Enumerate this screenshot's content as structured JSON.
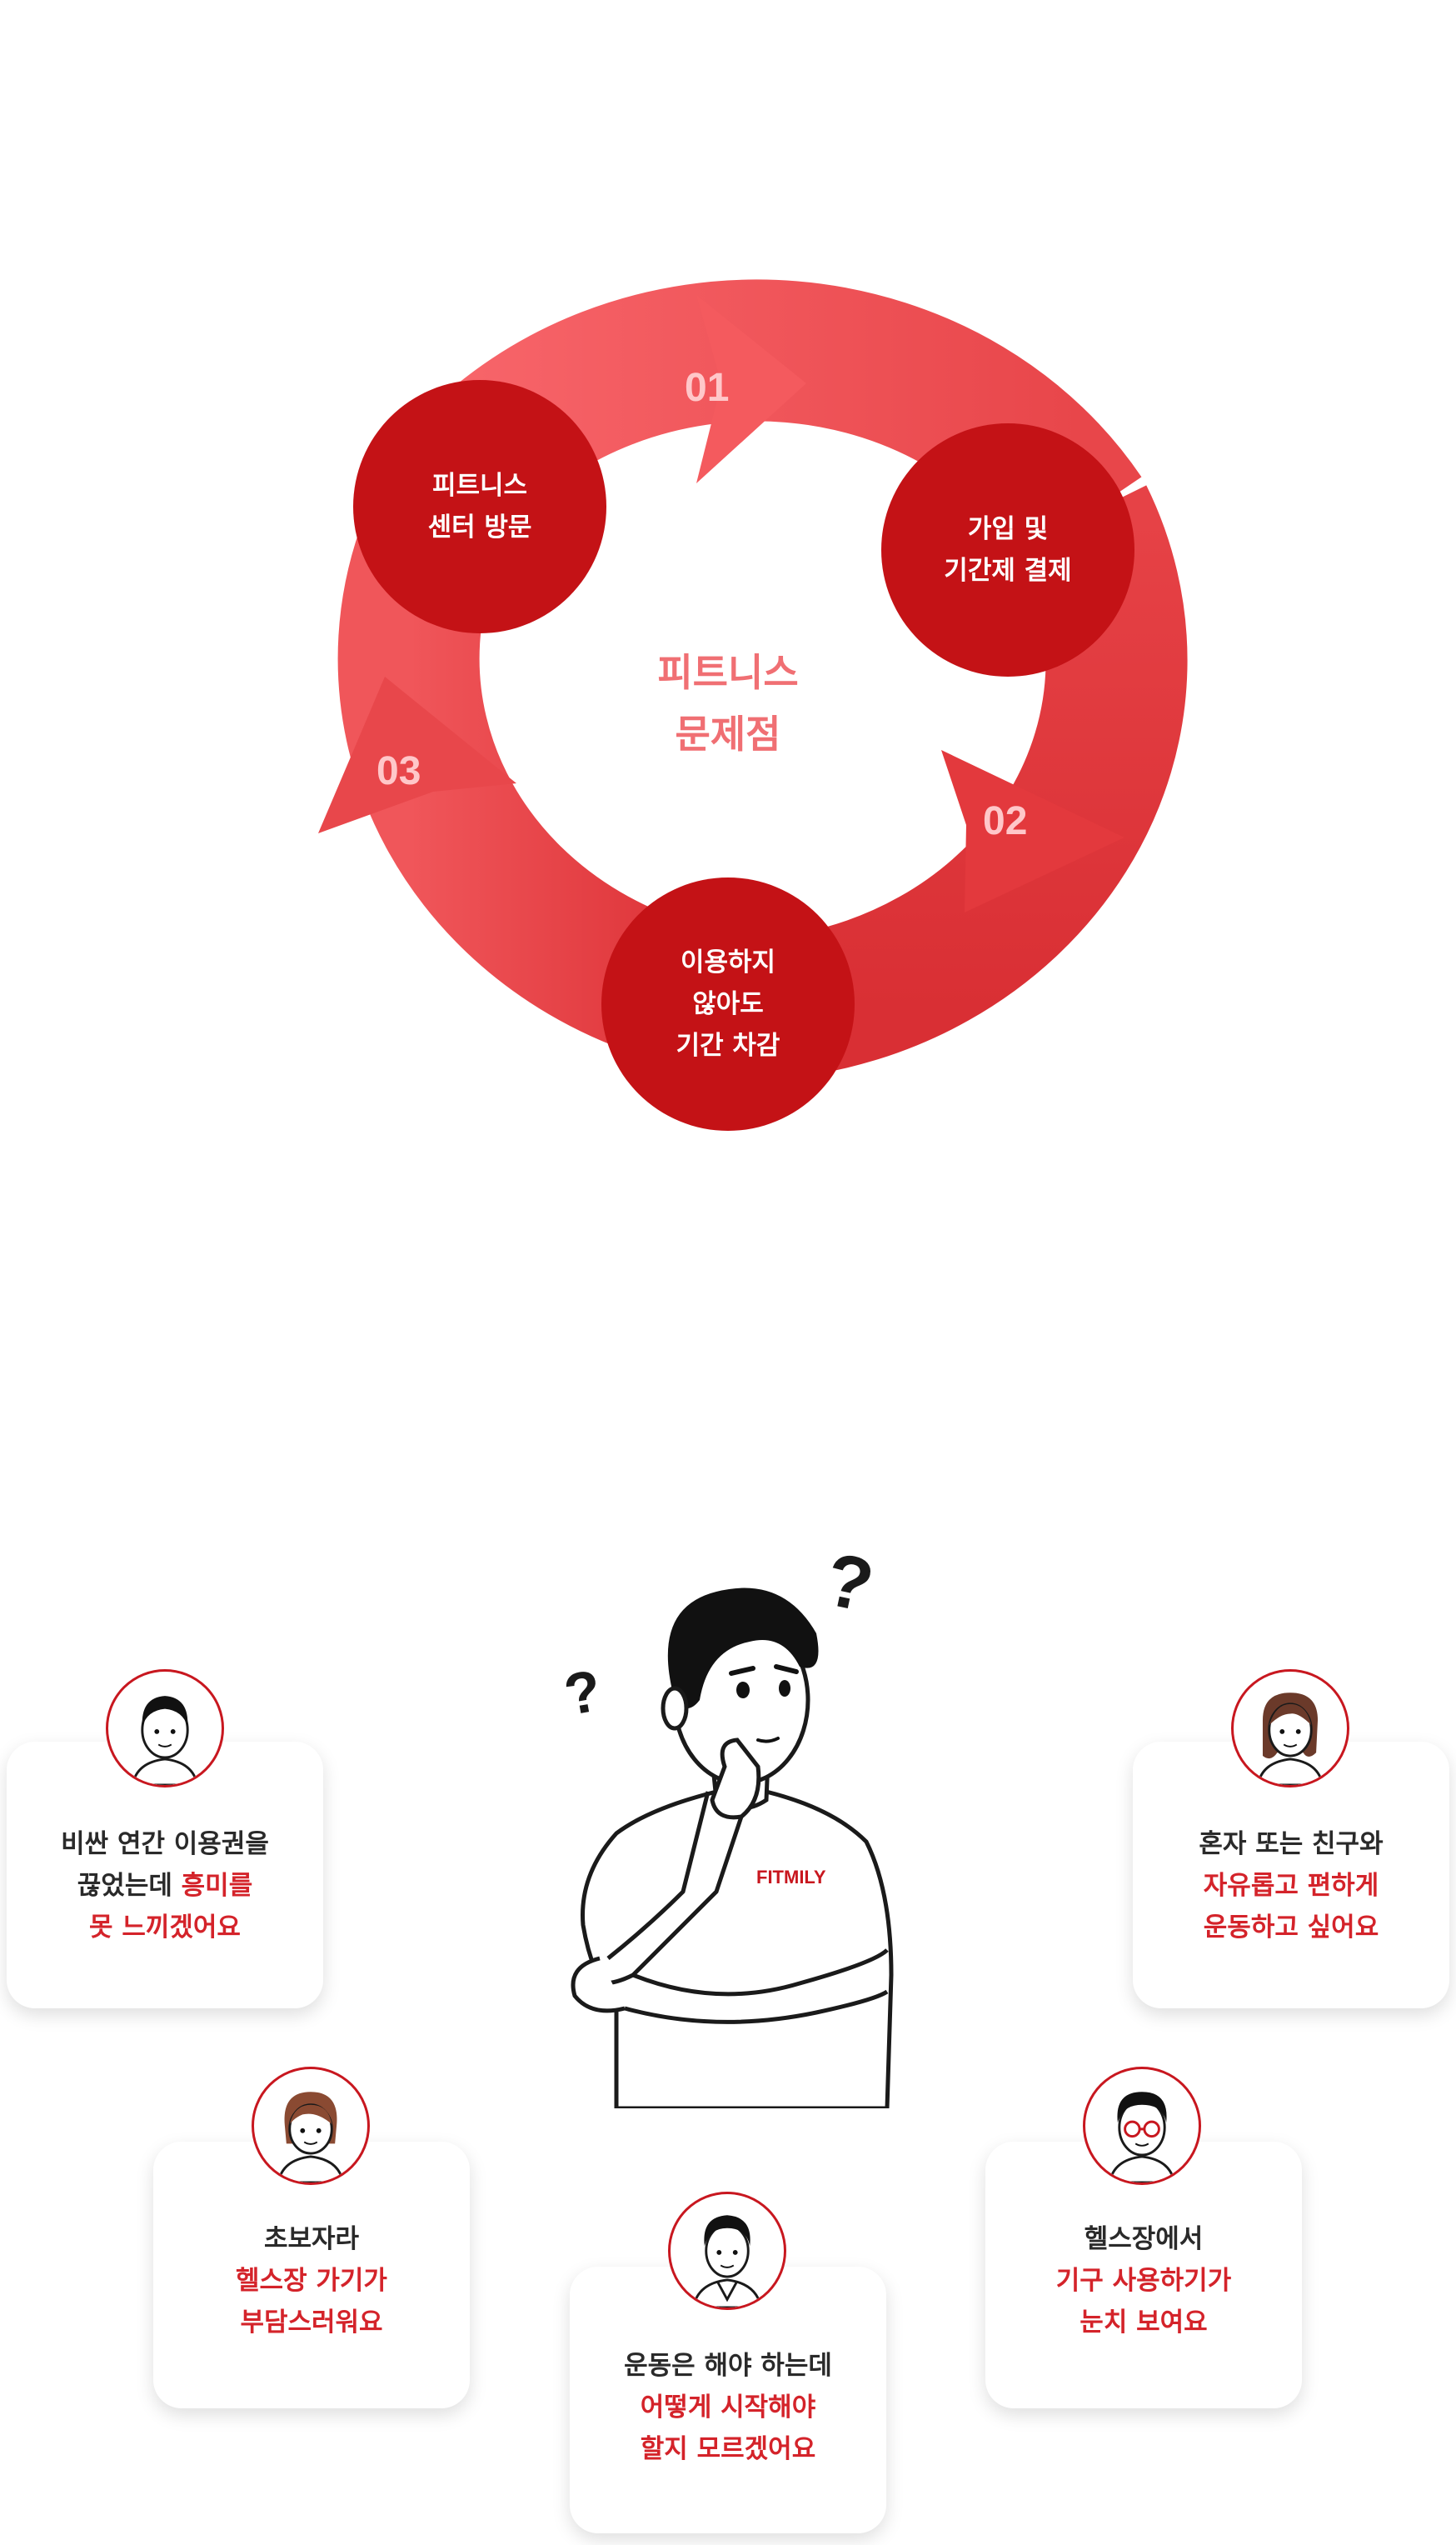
{
  "cycle": {
    "center_title_line1": "피트니스",
    "center_title_line2": "문제점",
    "steps": [
      {
        "number": "01",
        "line1": "피트니스",
        "line2": "센터 방문"
      },
      {
        "number": "02",
        "line1": "가입 및",
        "line2": "기간제 결제"
      },
      {
        "number": "03",
        "line1": "이용하지",
        "line2": "않아도",
        "line3": "기간 차감"
      }
    ]
  },
  "character": {
    "shirt_text": "FITMILY"
  },
  "cards": [
    {
      "line1": "비싼 연간 이용권을",
      "line2_a": "끊었는데 ",
      "line2_b": "흥미를",
      "line3": "못 느끼겠어요"
    },
    {
      "line1": "혼자 또는 친구와",
      "line2": "자유롭고 편하게",
      "line3": "운동하고 싶어요"
    },
    {
      "line1": "초보자라",
      "line2": "헬스장 가기가",
      "line3": "부담스러워요"
    },
    {
      "line1": "헬스장에서",
      "line2": "기구 사용하기가",
      "line3": "눈치 보여요"
    },
    {
      "line1": "운동은 해야 하는데",
      "line2": "어떻게 시작해야",
      "line3": "할지 모르겠어요"
    }
  ],
  "colors": {
    "primary_red": "#c41216",
    "ring_light": "#f55a5e",
    "ring_mid": "#e03a3e",
    "accent_text": "#d4232a",
    "center_text": "#f06f73"
  }
}
